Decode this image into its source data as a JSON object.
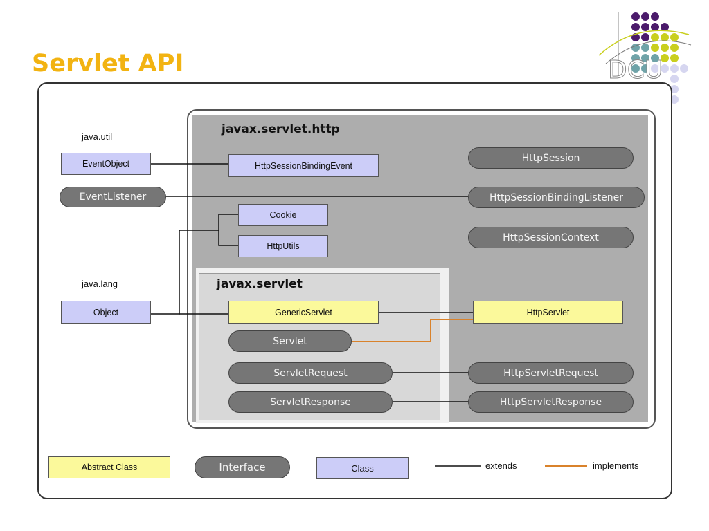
{
  "title": "Servlet API",
  "packages": {
    "util": "java.util",
    "lang": "java.lang",
    "http": "javax.servlet.http",
    "servlet": "javax.servlet"
  },
  "nodes": {
    "event_object": "EventObject",
    "event_listener": "EventListener",
    "object": "Object",
    "http_session_binding_event": "HttpSessionBindingEvent",
    "http_session": "HttpSession",
    "http_session_binding_listener": "HttpSessionBindingListener",
    "cookie": "Cookie",
    "http_utils": "HttpUtils",
    "http_session_context": "HttpSessionContext",
    "generic_servlet": "GenericServlet",
    "http_servlet": "HttpServlet",
    "servlet": "Servlet",
    "servlet_request": "ServletRequest",
    "http_servlet_request": "HttpServletRequest",
    "servlet_response": "ServletResponse",
    "http_servlet_response": "HttpServletResponse"
  },
  "legend": {
    "abstract_class": "Abstract Class",
    "interface": "Interface",
    "class": "Class",
    "extends": "extends",
    "implements": "implements"
  },
  "logo": {
    "text": "DCU",
    "colors": [
      "#4b1a6b",
      "#c9cf1e",
      "#6fa3a8",
      "#d6d6f0"
    ]
  },
  "colors": {
    "title": "#f2b312",
    "class_fill": "#cccdf8",
    "abstract_fill": "#fbf99b",
    "interface_fill": "#767676",
    "extends_line": "#111111",
    "implements_line": "#d9822b"
  }
}
